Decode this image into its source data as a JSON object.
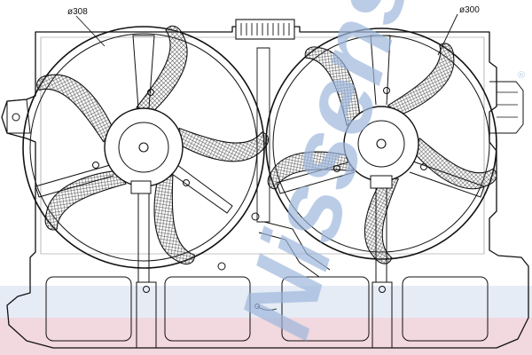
{
  "watermark": {
    "text": "Nissens",
    "registered": "®",
    "color": "#9db7dc",
    "band_color": "#e8b8c4"
  },
  "labels": {
    "left_fan_diameter": "ø308",
    "right_fan_diameter": "ø300"
  },
  "colors": {
    "line": "#111111",
    "mesh": "#555555",
    "background": "#ffffff"
  }
}
